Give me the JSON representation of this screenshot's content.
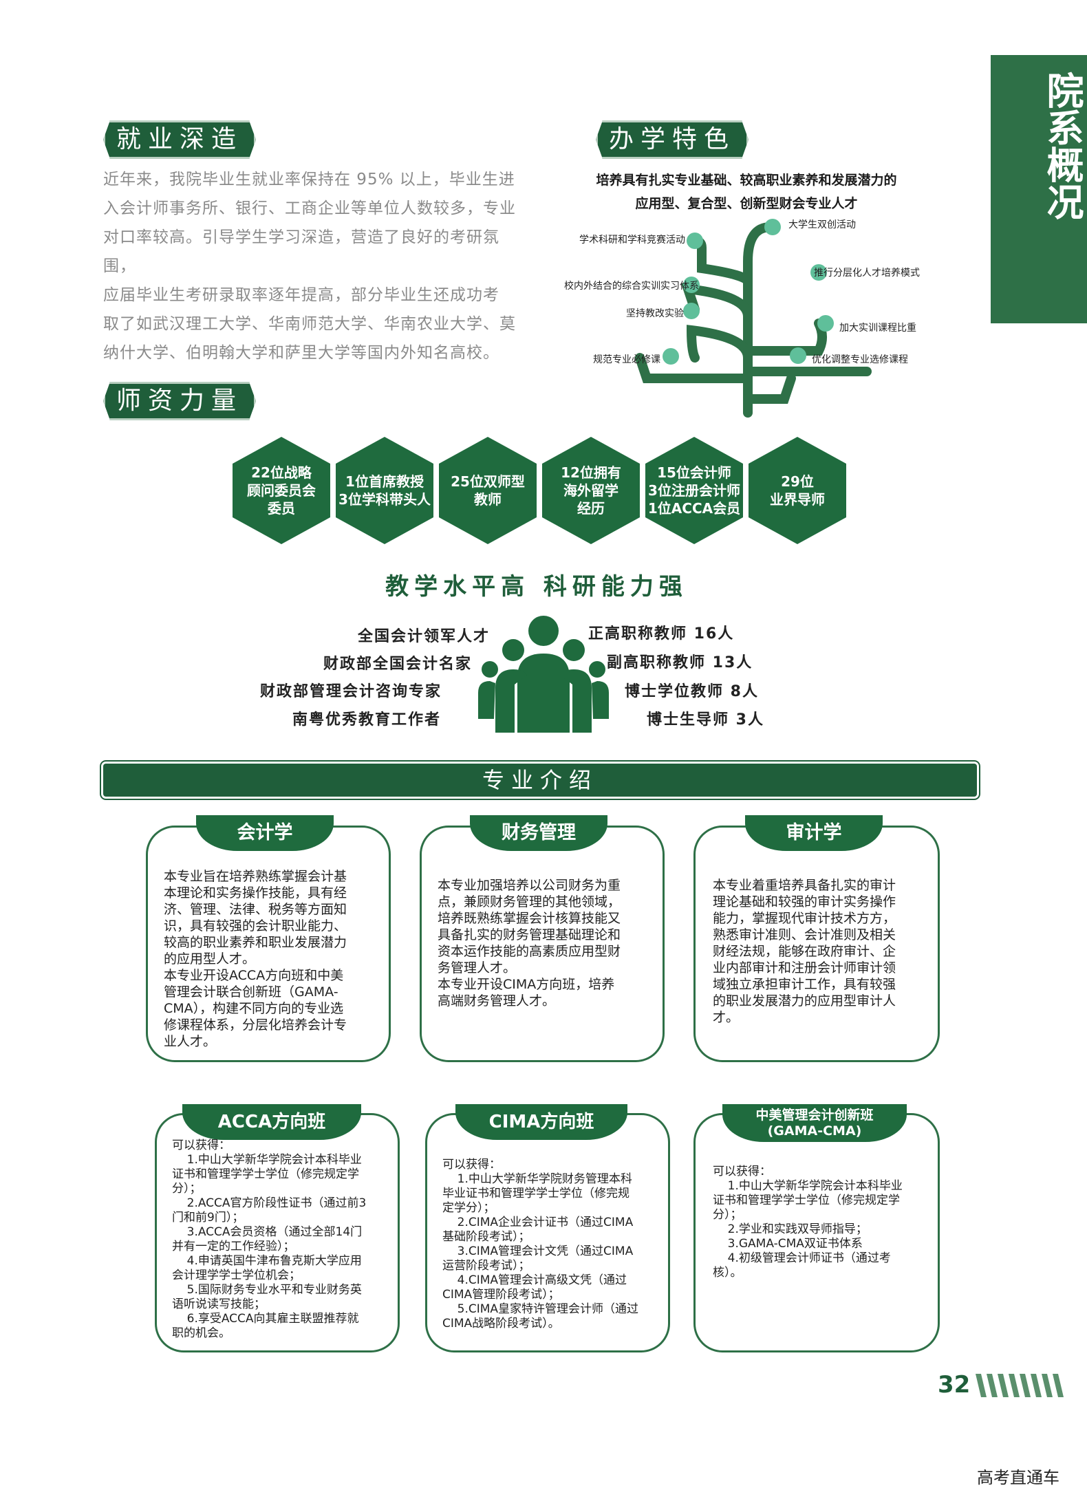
{
  "side_tab": {
    "label": "院系概况"
  },
  "employment": {
    "title": "就业深造",
    "lines": [
      "近年来，我院毕业生就业率保持在 95% 以上，毕业生进",
      "入会计师事务所、银行、工商企业等单位人数较多，专业",
      "对口率较高。引导学生学习深造，营造了良好的考研氛围，",
      "应届毕业生考研录取率逐年提高，部分毕业生还成功考",
      "取了如武汉理工大学、华南师范大学、华南农业大学、莫",
      "纳什大学、伯明翰大学和萨里大学等国内外知名高校。"
    ]
  },
  "features": {
    "title": "办学特色",
    "goal_line1": "培养具有扎实专业基础、较高职业素养和发展潜力的",
    "goal_line2": "应用型、复合型、创新型财会专业人才",
    "branches": [
      "大学生双创活动",
      "学术科研和学科竞赛活动",
      "推行分层化人才培养模式",
      "校内外结合的综合实训实习体系",
      "坚持教改实验",
      "加大实训课程比重",
      "规范专业必修课",
      "优化调整专业选修课程"
    ]
  },
  "faculty": {
    "title": "师资力量",
    "hexes": [
      [
        "22位战略",
        "顾问委员会",
        "委员"
      ],
      [
        "1位首席教授",
        "3位学科带头人"
      ],
      [
        "25位双师型",
        "教师"
      ],
      [
        "12位拥有",
        "海外留学",
        "经历"
      ],
      [
        "15位会计师",
        "3位注册会计师",
        "1位ACCA会员"
      ],
      [
        "29位",
        "业界导师"
      ]
    ],
    "heading": "教学水平高  科研能力强",
    "left": [
      "全国会计领军人才",
      "财政部全国会计名家",
      "财政部管理会计咨询专家",
      "南粤优秀教育工作者"
    ],
    "right": [
      "正高职称教师 16人",
      "副高职称教师 13人",
      "博士学位教师 8人",
      "博士生导师 3人"
    ]
  },
  "majors": {
    "title": "专业介绍",
    "cards": [
      {
        "name": "会计学",
        "text": "本专业旨在培养熟练掌握会计基\n本理论和实务操作技能，具有经\n济、管理、法律、税务等方面知\n识，具有较强的会计职业能力、\n较高的职业素养和职业发展潜力\n的应用型人才。\n本专业开设ACCA方向班和中美\n管理会计联合创新班（GAMA-\nCMA），构建不同方向的专业选\n修课程体系，分层化培养会计专\n业人才。"
      },
      {
        "name": "财务管理",
        "text": "本专业加强培养以公司财务为重\n点，兼顾财务管理的其他领域，\n培养既熟练掌握会计核算技能又\n具备扎实的财务管理基础理论和\n资本运作技能的高素质应用型财\n务管理人才。\n本专业开设CIMA方向班，培养\n高端财务管理人才。"
      },
      {
        "name": "审计学",
        "text": "本专业着重培养具备扎实的审计\n理论基础和较强的审计实务操作\n能力，掌握现代审计技术方方，\n熟悉审计准则、会计准则及相关\n财经法规，能够在政府审计、企\n业内部审计和注册会计师审计领\n域独立承担审计工作，具有较强\n的职业发展潜力的应用型审计人\n才。"
      }
    ],
    "classes": [
      {
        "name": "ACCA方向班",
        "text": "可以获得：\n    1.中山大学新华学院会计本科毕业\n证书和管理学学士学位（修完规定学\n分）；\n    2.ACCA官方阶段性证书（通过前3\n门和前9门）；\n    3.ACCA会员资格（通过全部14门\n并有一定的工作经验）；\n    4.申请英国牛津布鲁克斯大学应用\n会计理学学士学位机会；\n    5.国际财务专业水平和专业财务英\n语听说读写技能；\n    6.享受ACCA向其雇主联盟推荐就\n职的机会。"
      },
      {
        "name": "CIMA方向班",
        "text": "可以获得：\n    1.中山大学新华学院财务管理本科\n毕业证书和管理学学士学位（修完规\n定学分）；\n    2.CIMA企业会计证书（通过CIMA\n基础阶段考试）；\n    3.CIMA管理会计文凭（通过CIMA\n运营阶段考试）；\n    4.CIMA管理会计高级文凭（通过\nCIMA管理阶段考试）；\n    5.CIMA皇家特许管理会计师（通过\nCIMA战略阶段考试）。"
      },
      {
        "name_line1": "中美管理会计创新班",
        "name_line2": "(GAMA-CMA)",
        "text": "可以获得：\n    1.中山大学新华学院会计本科毕业\n证书和管理学学士学位（修完规定学\n分）；\n    2.学业和实践双导师指导；\n    3.GAMA-CMA双证书体系\n    4.初级管理会计师证书（通过考\n核）。"
      }
    ]
  },
  "footer": {
    "page": "32",
    "watermark": "高考直通车"
  },
  "colors": {
    "primary": "#1f5e3a",
    "accent_dot": "#5fbf9a"
  }
}
